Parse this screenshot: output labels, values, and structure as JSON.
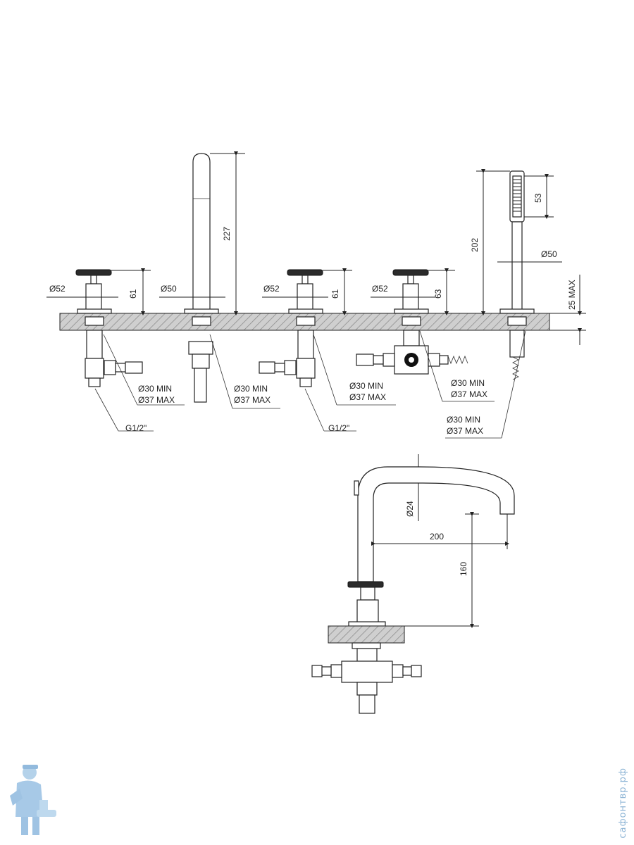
{
  "dimensions": {
    "d52_a": "Ø52",
    "d61_a": "61",
    "d50_spout": "Ø50",
    "h227": "227",
    "d52_b": "Ø52",
    "d61_b": "61",
    "d52_c": "Ø52",
    "h63": "63",
    "h202": "202",
    "h53": "53",
    "d50_shower": "Ø50",
    "deck_max": "25 MAX",
    "d24": "Ø24",
    "reach200": "200",
    "h160": "160"
  },
  "callouts": {
    "hole1_min": "Ø30 MIN",
    "hole1_max": "Ø37 MAX",
    "hole2_min": "Ø30 MIN",
    "hole2_max": "Ø37 MAX",
    "hole3_min": "Ø30 MIN",
    "hole3_max": "Ø37 MAX",
    "hole4_min": "Ø30 MIN",
    "hole4_max": "Ø37 MAX",
    "hole5_min": "Ø30 MIN",
    "hole5_max": "Ø37 MAX",
    "thread_left": "G1/2\"",
    "thread_mid": "G1/2\""
  },
  "watermark": "сафонтвр.рф",
  "mascot_icon": "plumber-mascot-icon"
}
